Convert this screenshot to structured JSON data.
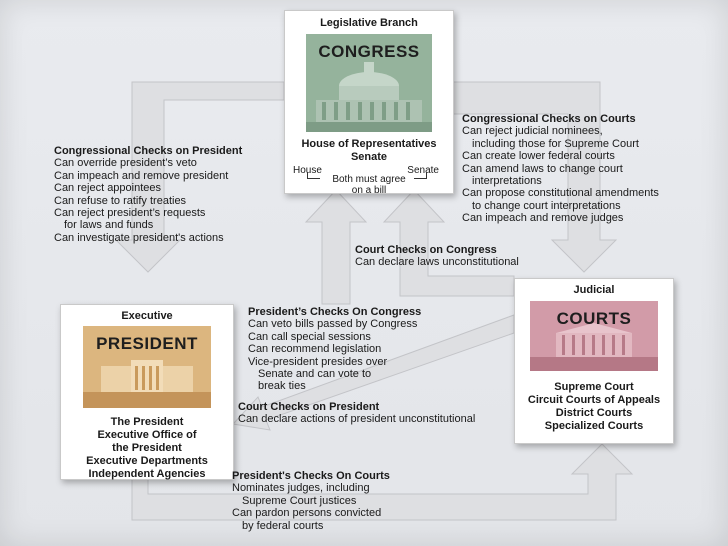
{
  "colors": {
    "background": "#e6e8ec",
    "arrow": "#dedfe2",
    "arrow_edge": "#c3c4c8",
    "congress_panel": "#8fae97",
    "president_panel": "#d8b07a",
    "courts_panel": "#cf97a4"
  },
  "legislative": {
    "header": "Legislative Branch",
    "panel_label": "CONGRESS",
    "house_label": "House of Representatives",
    "senate_label": "Senate",
    "left_chamber": "House",
    "right_chamber": "Senate",
    "agree_line1": "Both must agree",
    "agree_line2": "on a bill"
  },
  "executive": {
    "header": "Executive",
    "panel_label": "PRESIDENT",
    "lines": [
      "The President",
      "Executive Office of",
      "the President",
      "Executive Departments",
      "Independent Agencies"
    ]
  },
  "judicial": {
    "header": "Judicial",
    "panel_label": "COURTS",
    "lines": [
      "Supreme Court",
      "Circuit Courts of Appeals",
      "District Courts",
      "Specialized Courts"
    ]
  },
  "checks": {
    "congress_on_president": {
      "title": "Congressional Checks on President",
      "items": [
        "Can override president’s veto",
        "Can impeach and remove president",
        "Can reject appointees",
        "Can refuse to ratify treaties",
        "Can reject president’s requests",
        "for laws and funds",
        "Can investigate president's actions"
      ]
    },
    "congress_on_courts": {
      "title": "Congressional Checks on Courts",
      "items": [
        "Can reject judicial nominees,",
        "including those for Supreme Court",
        "Can create lower federal courts",
        "Can amend laws to change court",
        "interpretations",
        "Can propose constitutional amendments",
        "to change court interpretations",
        "Can impeach and remove judges"
      ]
    },
    "court_on_congress": {
      "title": "Court Checks on Congress",
      "items": [
        "Can declare laws unconstitutional"
      ]
    },
    "president_on_congress": {
      "title": "President’s Checks On Congress",
      "items": [
        "Can veto bills passed by Congress",
        "Can call special sessions",
        "Can recommend legislation",
        "Vice-president presides over",
        "Senate and can vote to",
        "break ties"
      ]
    },
    "court_on_president": {
      "title": "Court Checks on President",
      "items": [
        "Can declare actions of president unconstitutional"
      ]
    },
    "president_on_courts": {
      "title": "President's Checks On Courts",
      "items": [
        "Nominates judges, including",
        "Supreme Court justices",
        "Can pardon persons convicted",
        "by federal courts"
      ]
    }
  }
}
